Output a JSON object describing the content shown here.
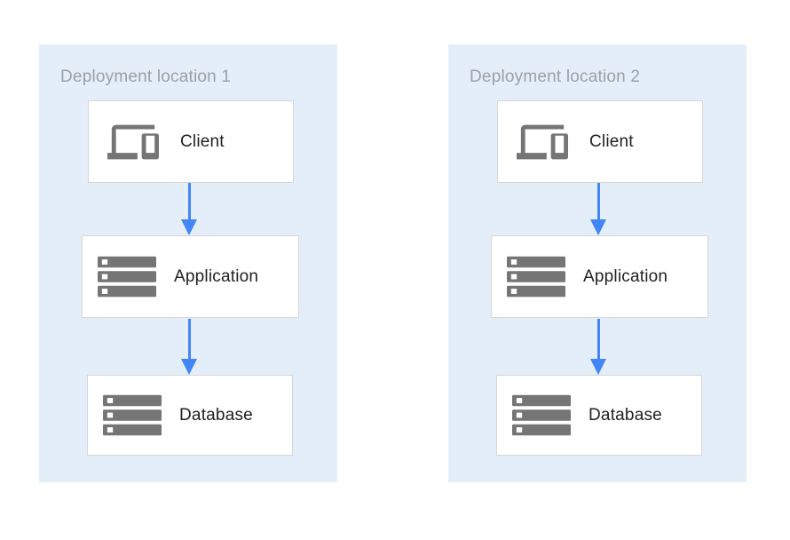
{
  "diagram": {
    "groups": [
      {
        "title": "Deployment location 1",
        "nodes": [
          {
            "label": "Client",
            "icon": "devices-icon"
          },
          {
            "label": "Application",
            "icon": "server-stack-icon"
          },
          {
            "label": "Database",
            "icon": "server-stack-icon"
          }
        ],
        "arrows": [
          {
            "from": "Client",
            "to": "Application"
          },
          {
            "from": "Application",
            "to": "Database"
          }
        ]
      },
      {
        "title": "Deployment location 2",
        "nodes": [
          {
            "label": "Client",
            "icon": "devices-icon"
          },
          {
            "label": "Application",
            "icon": "server-stack-icon"
          },
          {
            "label": "Database",
            "icon": "server-stack-icon"
          }
        ],
        "arrows": [
          {
            "from": "Client",
            "to": "Application"
          },
          {
            "from": "Application",
            "to": "Database"
          }
        ]
      }
    ],
    "colors": {
      "page_background": "#ffffff",
      "group_background": "#e4eef8",
      "node_background": "#ffffff",
      "node_border": "#d6d6d6",
      "arrow": "#4285f4",
      "group_title_text": "#9aa0a6",
      "node_label_text": "#212124",
      "icon_gray": "#757575"
    }
  }
}
